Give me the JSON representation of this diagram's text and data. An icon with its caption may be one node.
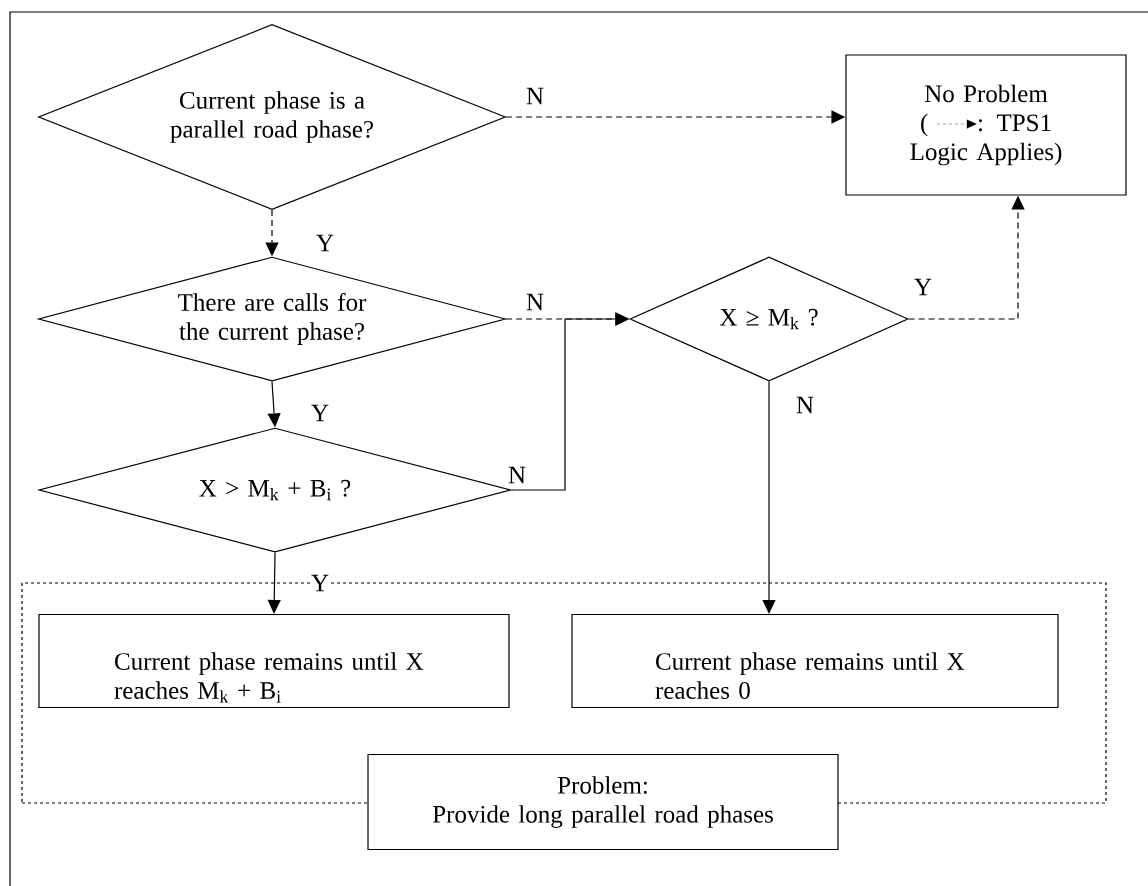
{
  "diagram": {
    "nodes": [
      {
        "text": [
          "Current phase is a parallel road phase?"
        ]
      },
      {
        "text": [
          "No Problem",
          "(",
          ": TPS1 Logic Applies)"
        ]
      },
      {
        "text": [
          "There are calls for the current phase?"
        ]
      },
      {
        "text": [
          "X ≥ M$_{k}$ ?"
        ]
      },
      {
        "text": [
          "X > M$_{k}$ + B$_{i}$ ?"
        ]
      },
      {
        "text": [],
        "shape": "box"
      },
      {
        "text": [
          "Current phase remains until X reaches M$_{k}$ + B$_{i}$"
        ],
        "in": 5
      },
      {
        "text": [
          "Current phase remains until X reaches 0"
        ],
        "in": 5
      },
      {
        "text": [
          "Problem:",
          "Provide long parallel road phases"
        ]
      }
    ],
    "edges": [
      {
        "from": 0,
        "to": 1,
        "arrow": "to",
        "label": "N",
        "style": "dashed"
      },
      {
        "from": 0,
        "to": 2,
        "arrow": "to",
        "label": "Y",
        "style": "dashed"
      },
      {
        "from": 2,
        "to": 3,
        "arrow": "to",
        "label": "N",
        "style": "dashed"
      },
      {
        "from": 3,
        "to": 1,
        "arrow": "to",
        "label": "Y",
        "style": "dashed"
      },
      {
        "from": 2,
        "to": 4,
        "arrow": "to",
        "label": "Y"
      },
      {
        "from": 4,
        "to": 3,
        "arrow": "to",
        "label": "N"
      },
      {
        "from": 4,
        "to": 6,
        "arrow": "to",
        "label": "Y"
      },
      {
        "from": 3,
        "to": 7,
        "arrow": "to",
        "label": "N"
      }
    ]
  }
}
